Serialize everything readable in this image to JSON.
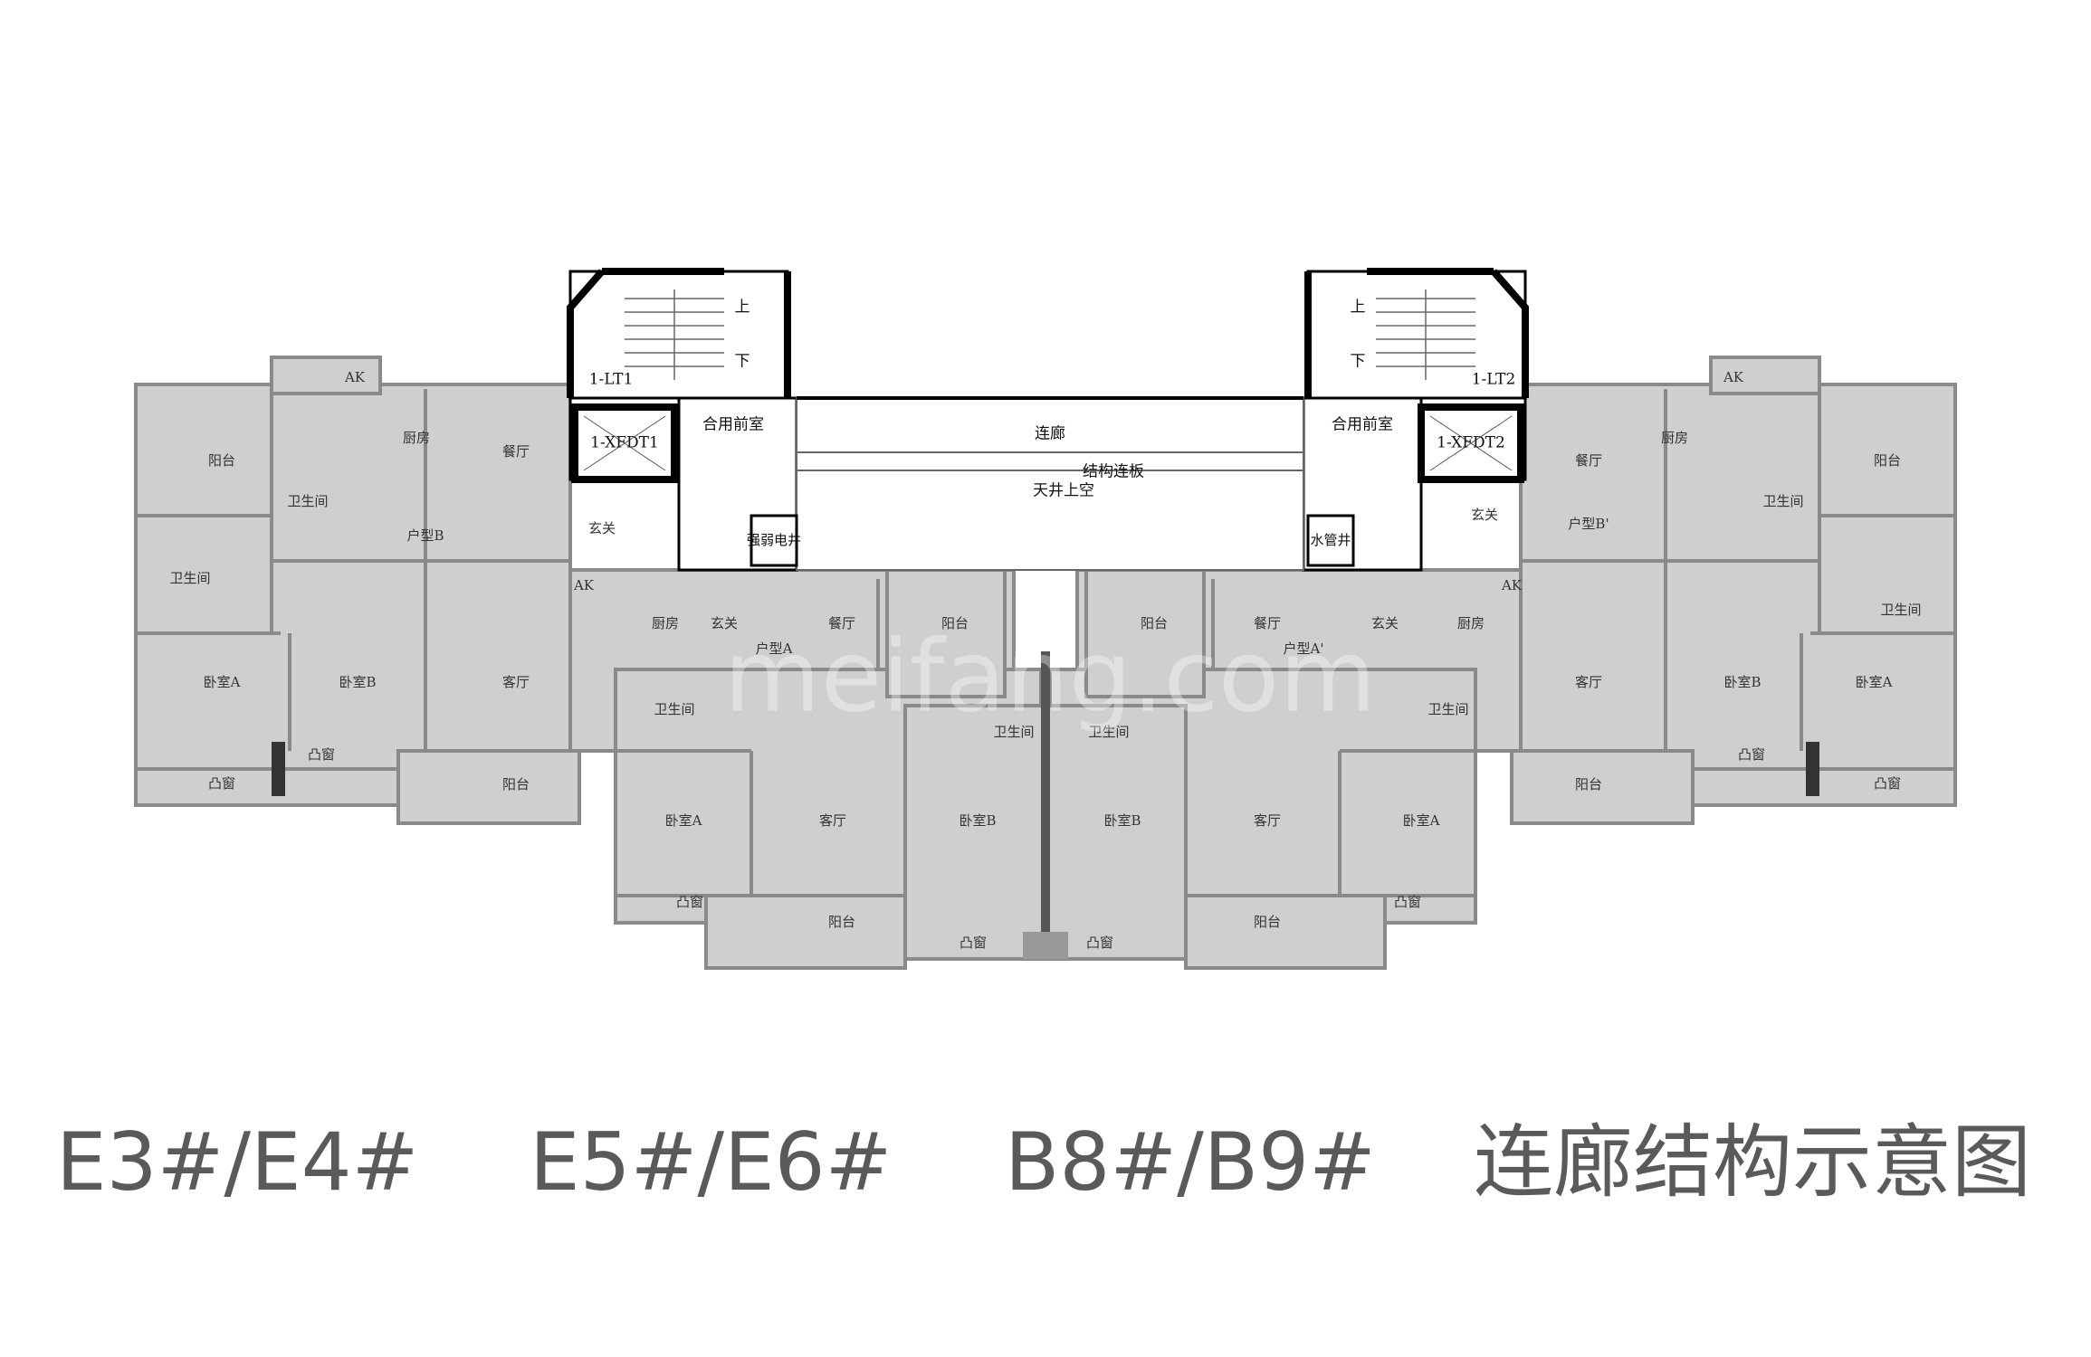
{
  "captions": {
    "buildings_1": "E3#/E4#",
    "buildings_2": "E5#/E6#",
    "buildings_3": "B8#/B9#",
    "title": "连廊结构示意图"
  },
  "watermark": "meifang.com",
  "core": {
    "stair_left": "1-LT1",
    "stair_right": "1-LT2",
    "elevator_left": "1-XFDT1",
    "elevator_right": "1-XFDT2",
    "lobby_left": "合用前室",
    "lobby_right": "合用前室",
    "corridor": "连廊",
    "slab": "结构连板",
    "atrium": "天井上空",
    "shaft_left": "强弱电井",
    "shaft_right": "水管井",
    "up": "上",
    "down": "下"
  },
  "unit_types": {
    "b_left": "户型B",
    "b_right": "户型B'",
    "a_left": "户型A",
    "a_right": "户型A'"
  },
  "rooms": {
    "balcony": "阳台",
    "bathroom": "卫生间",
    "kitchen": "厨房",
    "dining": "餐厅",
    "foyer": "玄关",
    "living": "客厅",
    "bedroom_a": "卧室A",
    "bedroom_b": "卧室B",
    "bay_window": "凸窗",
    "ak": "AK"
  },
  "colors": {
    "room_fill": "#cfcfcf",
    "wall": "#8a8a8a",
    "core_wall": "#000000",
    "caption": "#5a5a5a"
  }
}
